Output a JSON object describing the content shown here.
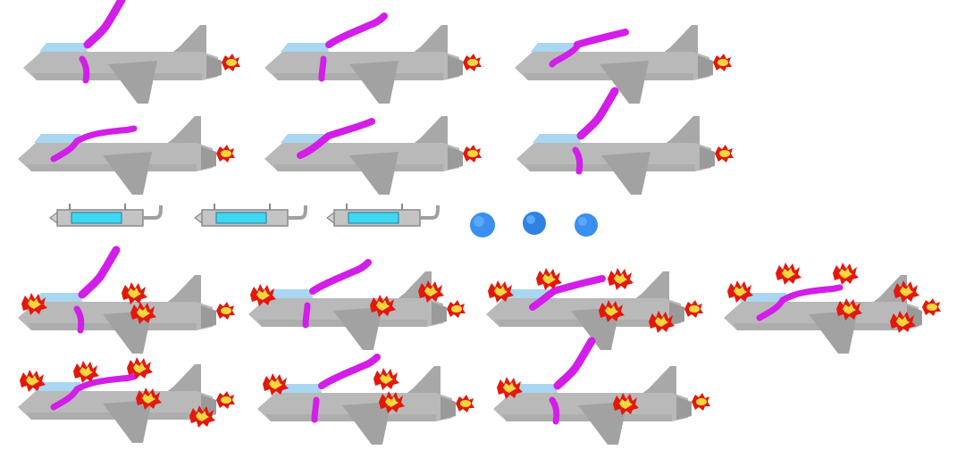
{
  "sheet": {
    "background": "#ffffff",
    "palette": {
      "fuselage": "#b9b9b9",
      "fuselage_dark": "#9a9a9a",
      "wing": "#a8a8a8",
      "cockpit": "#a9d6f0",
      "scarf": "#d21ee8",
      "flame_red": "#e3180c",
      "flame_yellow": "#f7d73a",
      "energy": "#3fd7ef",
      "projectile": "#3a8ff0"
    },
    "sprite_groups": [
      {
        "group": "plane-flying",
        "frames": 6,
        "icon": "jet-plane-icon"
      },
      {
        "group": "missile",
        "frames": 3,
        "icon": "missile-icon"
      },
      {
        "group": "blue-orb",
        "frames": 3,
        "icon": "orb-icon"
      },
      {
        "group": "plane-burning",
        "frames": 7,
        "icon": "jet-plane-icon"
      }
    ]
  }
}
